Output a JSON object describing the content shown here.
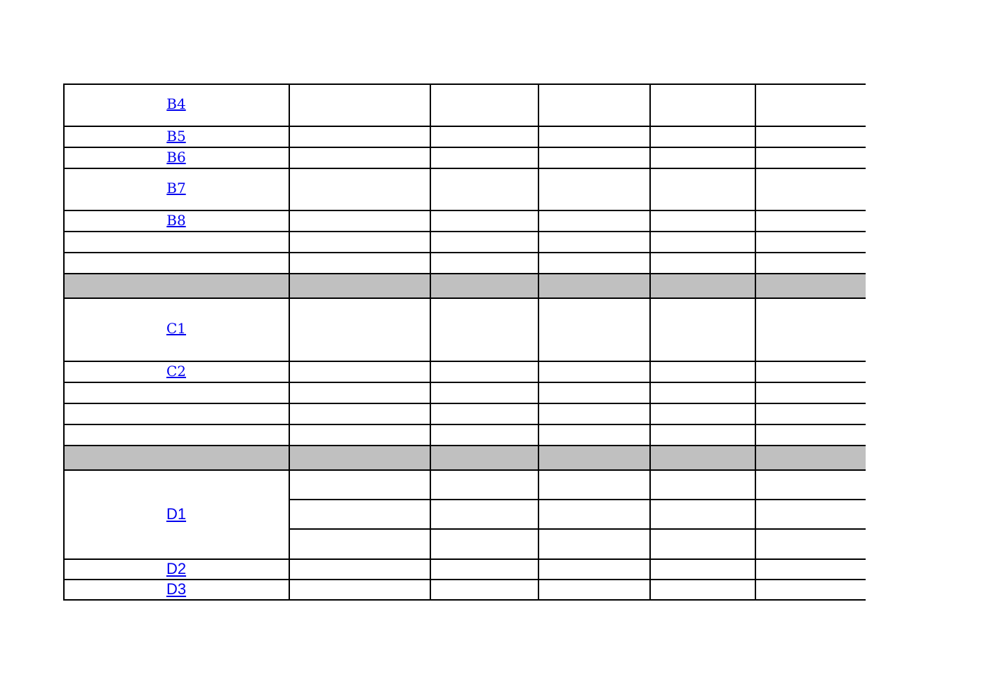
{
  "sheet": {
    "header_fill": "#c0c0c0",
    "grid_color": "#000000",
    "link_color": "#0000ee",
    "links": {
      "b4": "B4",
      "b5": "B5",
      "b6": "B6",
      "b7": "B7",
      "b8": "B8",
      "c1": "C1",
      "c2": "C2",
      "d1": "D1",
      "d2": "D2",
      "d3": "D3"
    }
  }
}
